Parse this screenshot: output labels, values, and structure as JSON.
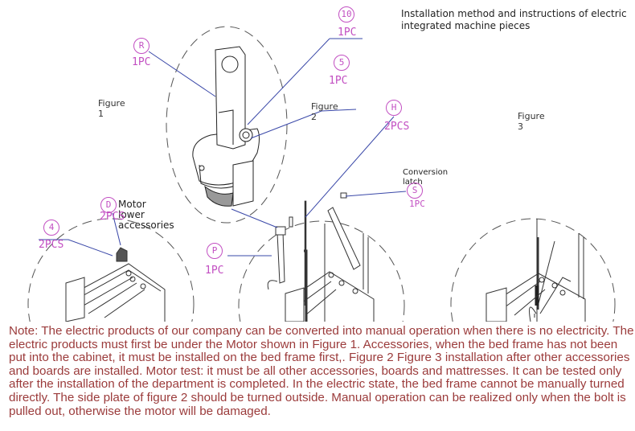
{
  "title": "Installation method and instructions of electric integrated machine pieces",
  "figures": [
    {
      "word": "Figure",
      "number": "1"
    },
    {
      "word": "Figure",
      "number": "2"
    },
    {
      "word": "Figure",
      "number": "3"
    }
  ],
  "callouts": {
    "motor_lower_accessories": "Motor lower accessories",
    "conversion_latch": "Conversion latch"
  },
  "parts": [
    {
      "tag": "10",
      "qty": "1PC"
    },
    {
      "tag": "R",
      "qty": "1PC"
    },
    {
      "tag": "5",
      "qty": "1PC"
    },
    {
      "tag": "H",
      "qty": "2PCS"
    },
    {
      "tag": "S",
      "qty": "1PC"
    },
    {
      "tag": "D",
      "qty": "2PCS"
    },
    {
      "tag": "4",
      "qty": "2PCS"
    },
    {
      "tag": "P",
      "qty": "1PC"
    }
  ],
  "colors": {
    "label": "#c24fc2",
    "leader": "#3a48a8",
    "note": "#9b3b3b"
  },
  "note": "Note: The electric products of our company can be converted into manual operation when there is no electricity. The electric products must first be under the Motor shown in Figure 1. Accessories, when the bed frame has not been put into the cabinet, it must be installed on the bed frame first,. Figure 2 Figure 3 installation after other accessories and boards are installed. Motor test: it must be all other accessories, boards and mattresses. It can be tested only after the installation of the department is completed. In the electric state, the bed frame cannot be manually turned directly. The side plate of figure 2 should be turned outside. Manual operation can be realized only when the bolt is pulled out, otherwise the motor will be damaged."
}
